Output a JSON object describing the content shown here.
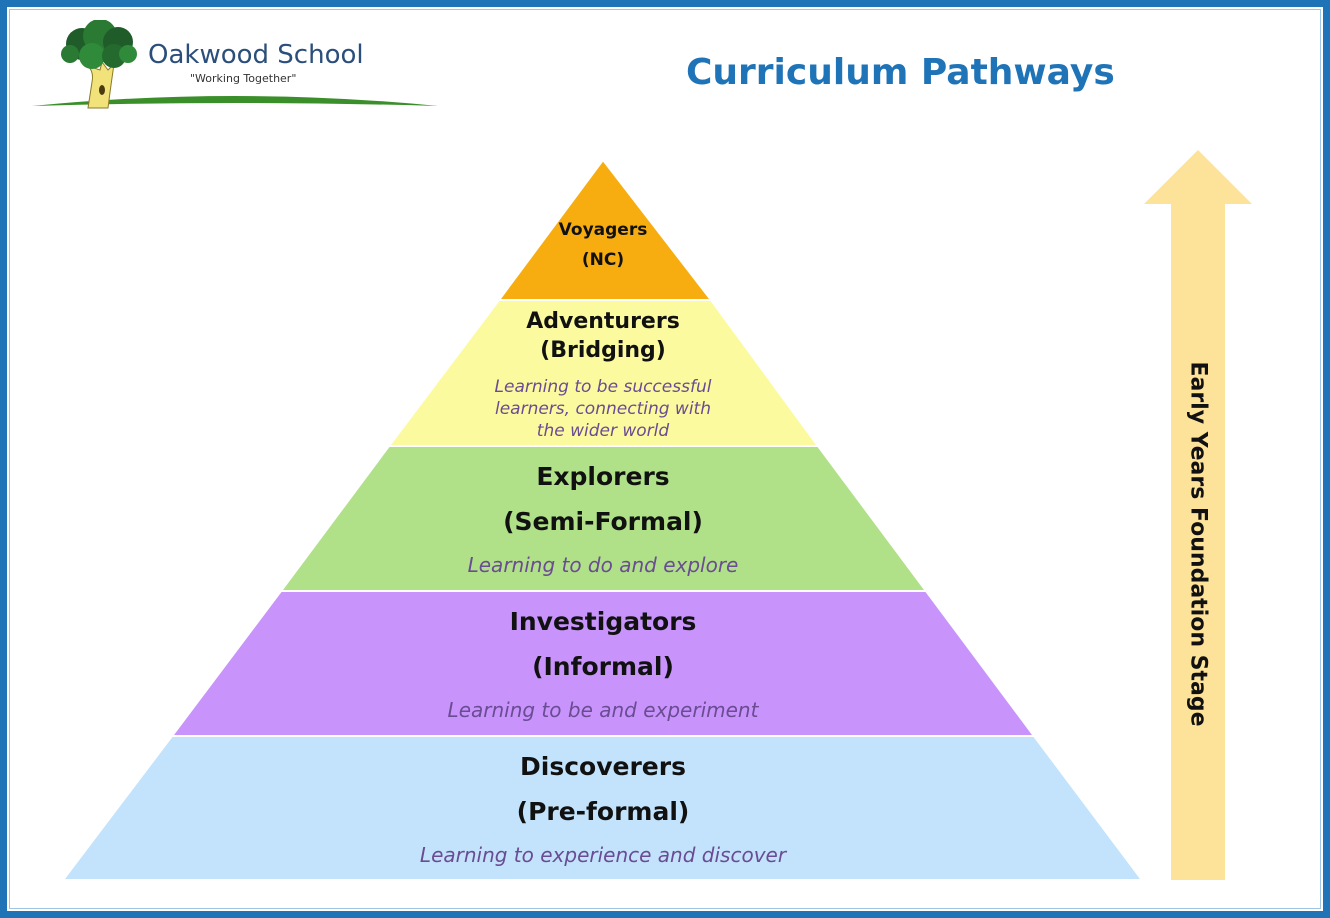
{
  "header": {
    "school_name": "Oakwood School",
    "motto": "\"Working Together\"",
    "title": "Curriculum Pathways"
  },
  "tiers": [
    {
      "name": "Voyagers",
      "subtitle": "(NC)",
      "description": "",
      "color": "#f7ad0f"
    },
    {
      "name": "Adventurers",
      "subtitle": "(Bridging)",
      "description_lines": [
        "Learning to be successful",
        "learners, connecting with",
        "the wider world"
      ],
      "color": "#fcfa9e"
    },
    {
      "name": "Explorers",
      "subtitle": "(Semi-Formal)",
      "description": "Learning to do and explore",
      "color": "#b0e088"
    },
    {
      "name": "Investigators",
      "subtitle": "(Informal)",
      "description": "Learning to be and experiment",
      "color": "#c894fb"
    },
    {
      "name": "Discoverers",
      "subtitle": "(Pre-formal)",
      "description": "Learning to experience and discover",
      "color": "#c2e3fb"
    }
  ],
  "arrow": {
    "label": "Early Years Foundation Stage",
    "color": "#fde29a"
  },
  "colors": {
    "border": "#1f73b7",
    "title": "#1f73b7",
    "description_text": "#6a4c93"
  },
  "icons": {
    "logo": "oak-tree-icon"
  }
}
